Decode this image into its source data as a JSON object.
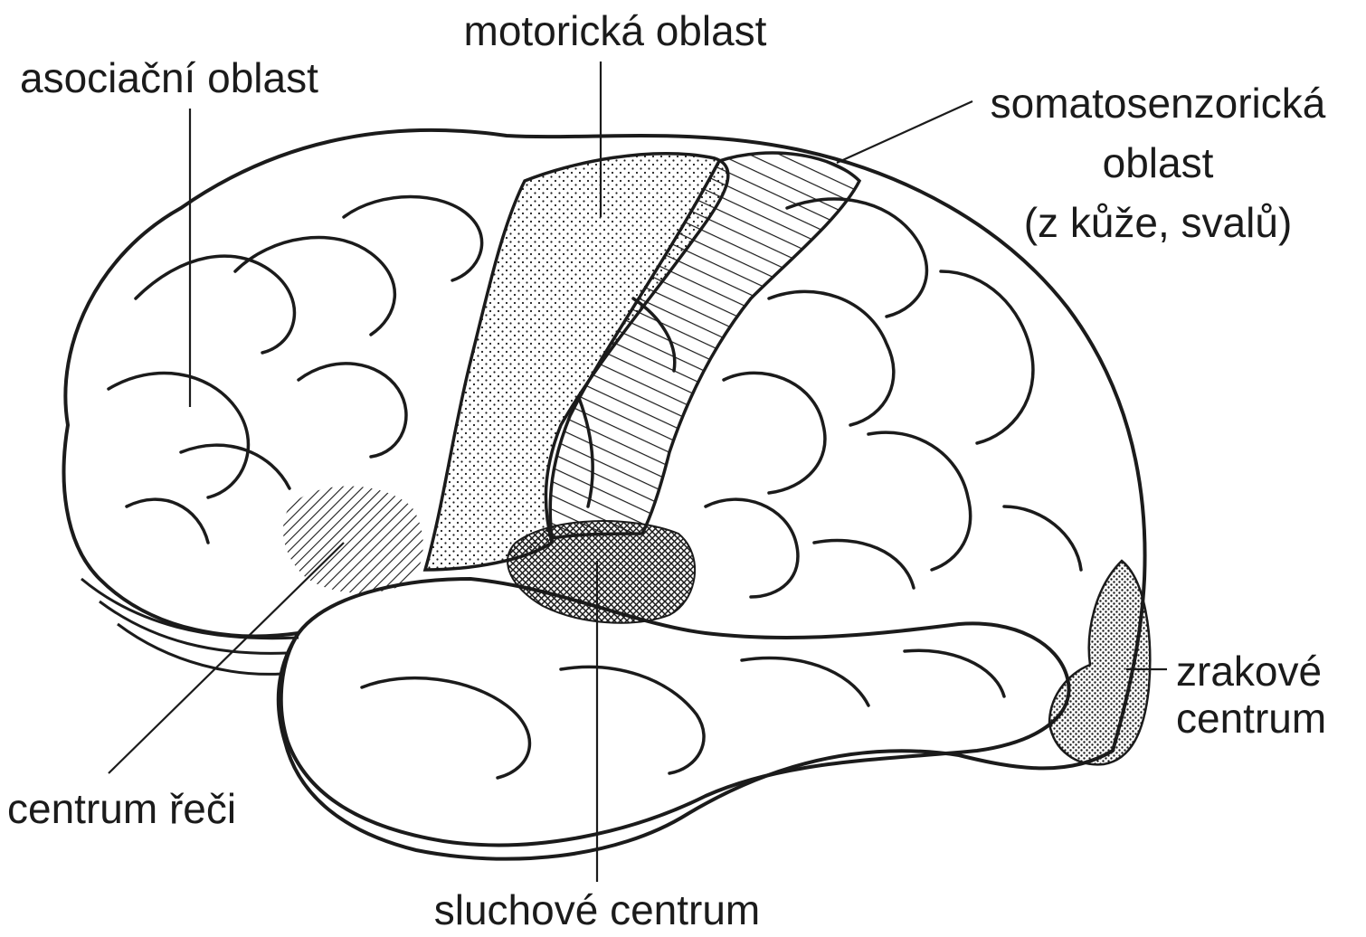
{
  "labels": {
    "motor": "motorická oblast",
    "association": "asociační oblast",
    "somato_line1": "somatosenzorická",
    "somato_line2": "oblast",
    "somato_line3": "(z kůže, svalů)",
    "visual_line1": "zrakové",
    "visual_line2": "centrum",
    "speech": "centrum řeči",
    "auditory": "sluchové centrum"
  },
  "colors": {
    "ink": "#1b1b1b",
    "background": "#ffffff"
  }
}
